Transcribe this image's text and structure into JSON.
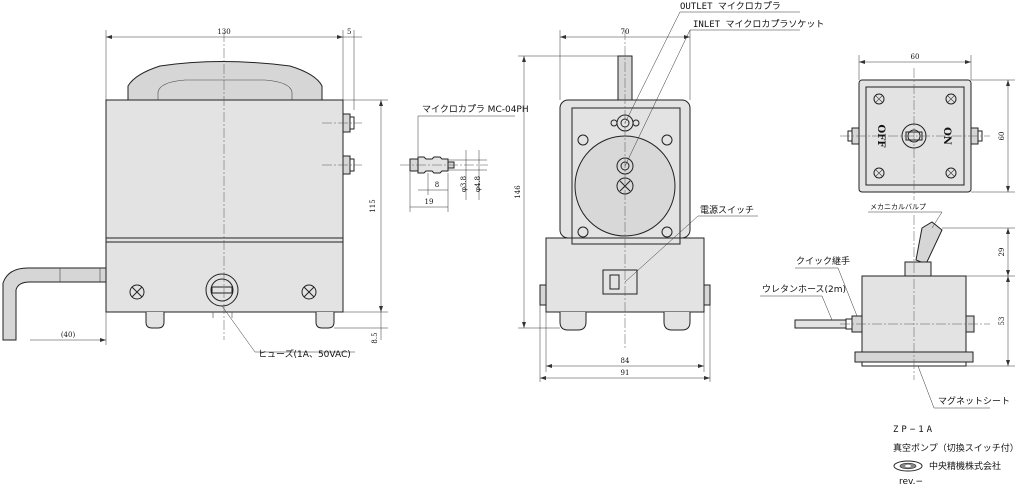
{
  "dimensions": {
    "front_width": "130",
    "front_right_offset": "5",
    "front_height": "115",
    "front_bottom": "8.5",
    "front_left_offset": "(40)",
    "side_top_width": "70",
    "side_height": "146",
    "side_bottom_inner": "84",
    "side_bottom_outer": "91",
    "coupler_len_8": "8",
    "coupler_len_19": "19",
    "coupler_dia_a": "φ3.8",
    "coupler_dia_b": "φ4.8",
    "top_width": "60",
    "top_depth": "60",
    "right_upper_h": "29",
    "right_lower_h": "53"
  },
  "labels": {
    "coupler": "マイクロカプ゚ラ MC-04PH",
    "fuse": "ヒュース゚(1A、50VAC)",
    "outlet": "OUTLET マイクロカプ゚ラ",
    "inlet": "INLET マイクロカプ゚ラソケット",
    "power_switch": "電源スイッチ",
    "mechanical_valve": "メカニカルバルプ",
    "quick_joint": "クイック継手",
    "urethane_hose": "ウレタンホース(2m)",
    "magnet_sheet": "マグネットシート",
    "switch_off": "OFF",
    "switch_on": "ON"
  },
  "title_block": {
    "model": "ZP−1A",
    "name": "真空ポンプ（切換スイッチ付）",
    "company": "中央精機株式会社",
    "revision": "rev.−"
  }
}
